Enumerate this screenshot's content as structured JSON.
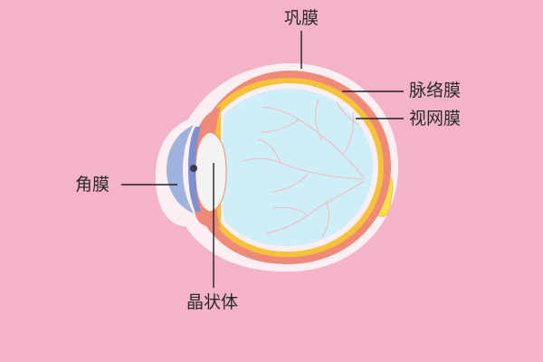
{
  "diagram": {
    "background_color": "#F4B3CB",
    "labels": {
      "sclera": "巩膜",
      "choroid": "脉络膜",
      "retina": "视网膜",
      "cornea": "角膜",
      "lens": "晶状体"
    },
    "colors": {
      "halo": "#FCEFF4",
      "sclera_outer": "#F08A78",
      "choroid_layer": "#F5C23A",
      "vitreous": "#CFEFF8",
      "vessels": "#F2B9C2",
      "cornea": "#9FB3DE",
      "iris": "#7C8FD0",
      "lens": "#F3F4F2",
      "optic_nerve": "#F6E14A",
      "leader_line": "#222222"
    }
  }
}
